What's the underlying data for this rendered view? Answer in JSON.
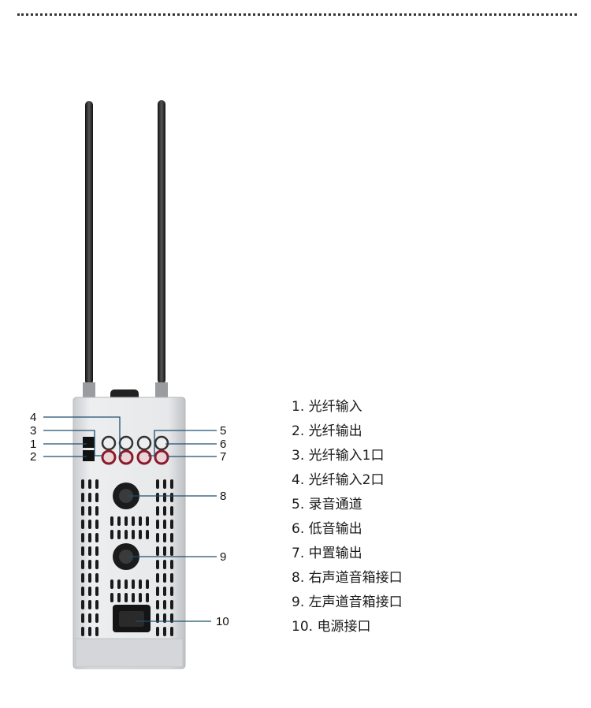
{
  "callouts": [
    "1",
    "2",
    "3",
    "4",
    "5",
    "6",
    "7",
    "8",
    "9",
    "10"
  ],
  "legend": [
    "1. 光纤输入",
    "2. 光纤输出",
    "3. 光纤输入1口",
    "4. 光纤输入2口",
    "5. 录音通道",
    "6. 低音输出",
    "7. 中置输出",
    "8. 右声道音箱接口",
    "9. 左声道音箱接口",
    "10. 电源接口"
  ],
  "colors": {
    "callout_line": "#1f4f72",
    "body": "#d9dbde",
    "connector": "#1b1b1b"
  }
}
